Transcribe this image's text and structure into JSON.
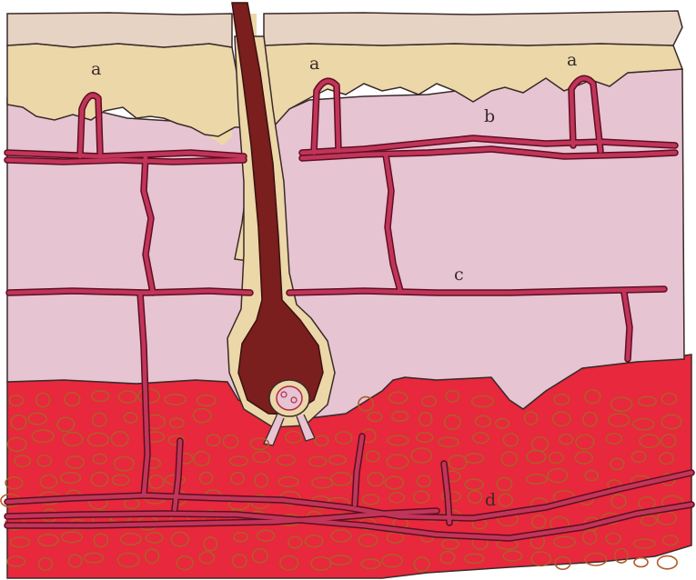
{
  "labels": {
    "a1": "a",
    "a2": "a",
    "a3": "a",
    "b": "b",
    "c": "c",
    "d": "d"
  },
  "colors": {
    "epidermis_top": "#e6d3c3",
    "epidermis": "#ecd7a8",
    "dermis": "#e6c4d2",
    "subcutis": "#e8283c",
    "fat_cell_outline": "#b25b2a",
    "vessel": "#b2284a",
    "vessel_outline": "#5e0e22",
    "hair_shaft": "#7a1e1e",
    "hair_sheath": "#ecd7a8",
    "outline": "#3a2a2a"
  }
}
